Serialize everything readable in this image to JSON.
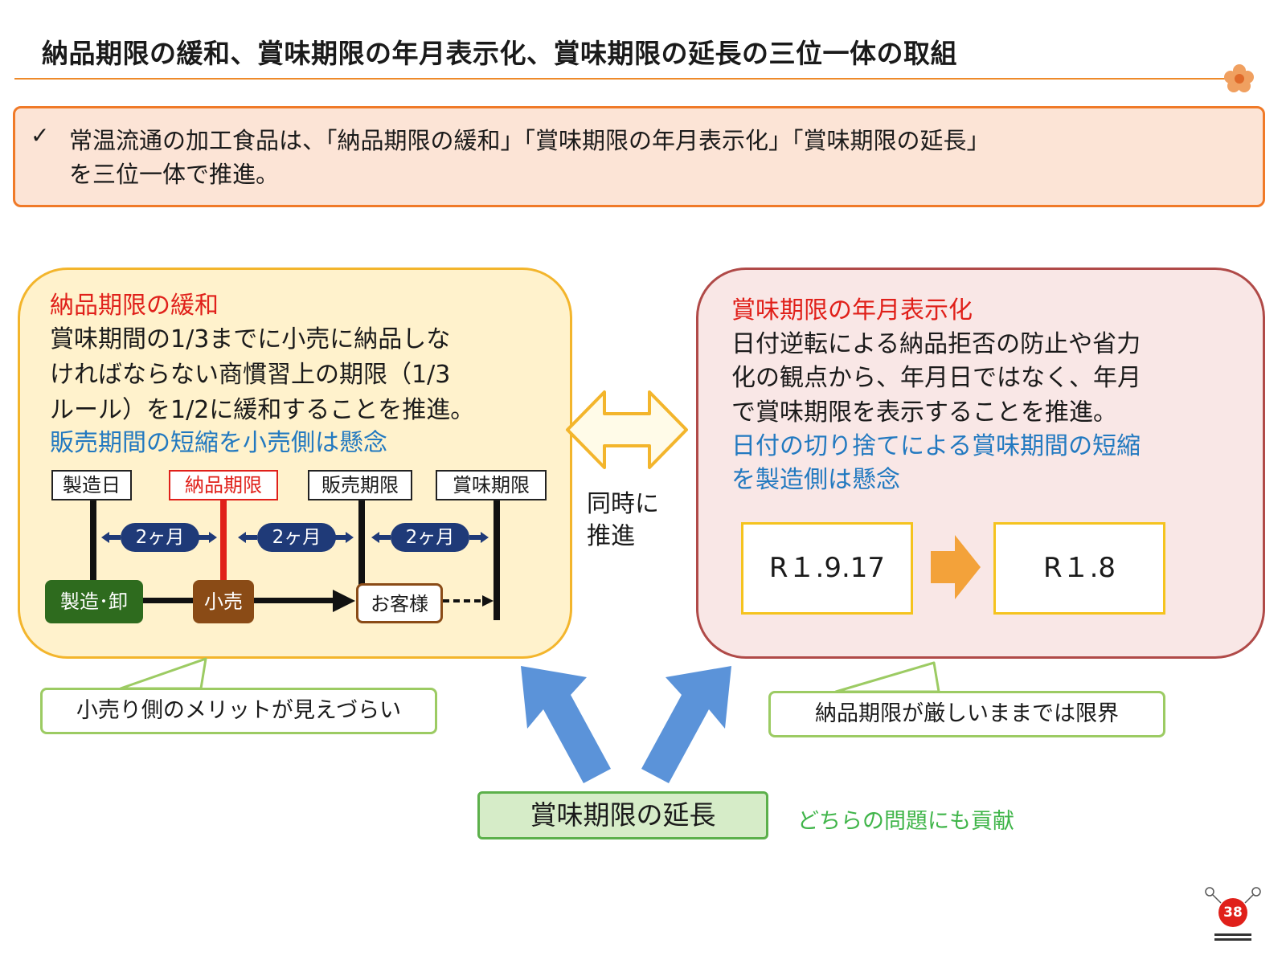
{
  "title": "納品期限の緩和、賞味期限の年月表示化、賞味期限の延長の三位一体の取組",
  "summary": {
    "check": "✓",
    "line1": "常温流通の加工食品は、「納品期限の緩和」「賞味期限の年月表示化」「賞味期限の延長」",
    "line2": "を三位一体で推進。"
  },
  "left_panel": {
    "heading": "納品期限の緩和",
    "body_lines": [
      "賞味期間の1/3までに小売に納品しな",
      "ければならない商慣習上の期限（1/3",
      "ルール）を1/2に緩和することを推進。"
    ],
    "concern": "販売期間の短縮を小売側は懸念",
    "timeline": {
      "labels": [
        "製造日",
        "納品期限",
        "販売期限",
        "賞味期限"
      ],
      "intervals": [
        "2ヶ月",
        "2ヶ月",
        "2ヶ月"
      ],
      "nodes": [
        "製造･卸",
        "小売",
        "お客様"
      ]
    }
  },
  "center": {
    "line1": "同時に",
    "line2": "推進"
  },
  "right_panel": {
    "heading": "賞味期限の年月表示化",
    "body_lines": [
      "日付逆転による納品拒否の防止や省力",
      "化の観点から、年月日ではなく、年月",
      "で賞味期限を表示することを推進。"
    ],
    "concern_lines": [
      "日付の切り捨てによる賞味期間の短縮",
      "を製造側は懸念"
    ],
    "date_from": "R１.9.17",
    "date_to": "R１.8"
  },
  "callouts": {
    "left": "小売り側のメリットが見えづらい",
    "right": "納品期限が厳しいままでは限界"
  },
  "bottom": {
    "label": "賞味期限の延長",
    "note": "どちらの問題にも貢献"
  },
  "page_number": "38",
  "colors": {
    "accent_orange": "#f07a28",
    "heading_red": "#e0201a",
    "concern_blue": "#2279c0",
    "interval_navy": "#1f3a78",
    "maker_green": "#2e6b1e",
    "retail_brown": "#8a4b16",
    "contribution_green": "#40b54a"
  }
}
